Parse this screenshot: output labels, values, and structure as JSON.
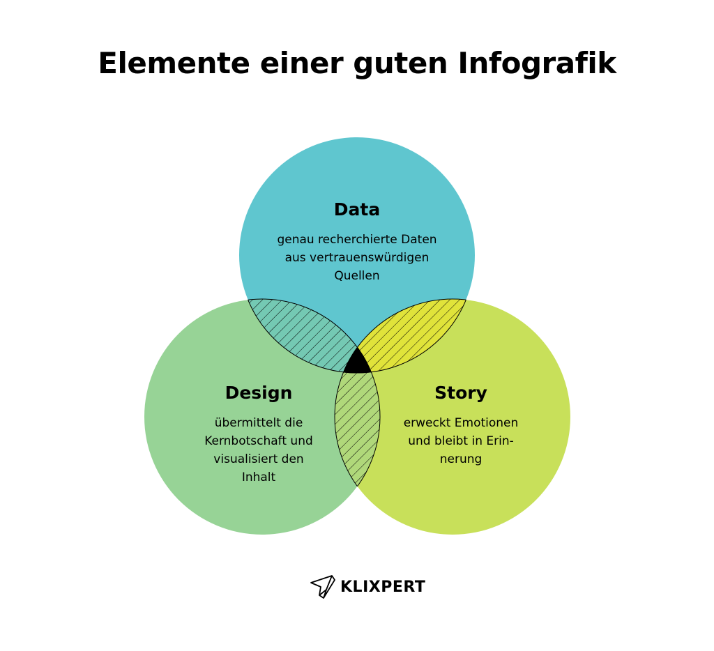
{
  "title": "Elemente einer guten Infografik",
  "circles": {
    "data": {
      "label": "Data",
      "lines": [
        "genau recherchierte Daten",
        "aus vertrauenswürdigen",
        "Quellen"
      ],
      "color": "#5FC6CF"
    },
    "design": {
      "label": "Design",
      "lines": [
        "übermittelt die",
        "Kernbotschaft und",
        "visualisiert den",
        "Inhalt"
      ],
      "color": "#97D396"
    },
    "story": {
      "label": "Story",
      "lines": [
        "erweckt Emotionen",
        "und bleibt in Erin-",
        "nerung"
      ],
      "color": "#C8E05A"
    }
  },
  "overlaps": {
    "data_design": "#74C9B3",
    "data_story": "#E0E33A",
    "design_story": "#B0D87A",
    "center": "#000000"
  },
  "logo": {
    "text": "KLIXPERT"
  }
}
